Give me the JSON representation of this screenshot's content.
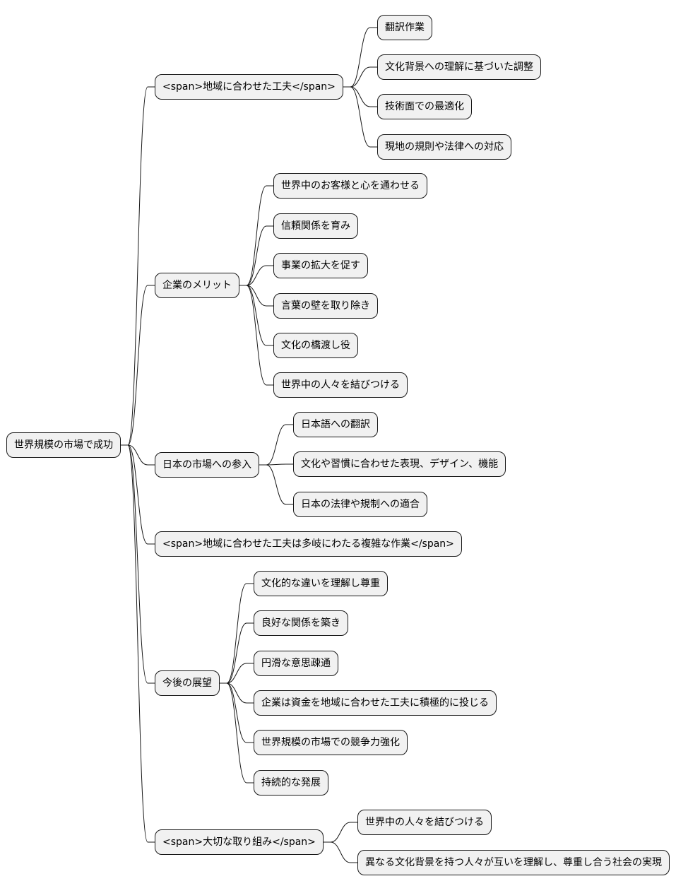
{
  "root": {
    "label": "世界規模の市場で成功"
  },
  "branches": [
    {
      "label": "<span>地域に合わせた工夫</span>",
      "children": [
        "翻訳作業",
        "文化背景への理解に基づいた調整",
        "技術面での最適化",
        "現地の規則や法律への対応"
      ]
    },
    {
      "label": "企業のメリット",
      "children": [
        "世界中のお客様と心を通わせる",
        "信頼関係を育み",
        "事業の拡大を促す",
        "言葉の壁を取り除き",
        "文化の橋渡し役",
        "世界中の人々を結びつける"
      ]
    },
    {
      "label": "日本の市場への参入",
      "children": [
        "日本語への翻訳",
        "文化や習慣に合わせた表現、デザイン、機能",
        "日本の法律や規制への適合"
      ]
    },
    {
      "label": "<span>地域に合わせた工夫は多岐にわたる複雑な作業</span>",
      "children": []
    },
    {
      "label": "今後の展望",
      "children": [
        "文化的な違いを理解し尊重",
        "良好な関係を築き",
        "円滑な意思疎通",
        "企業は資金を地域に合わせた工夫に積極的に投じる",
        "世界規模の市場での競争力強化",
        "持続的な発展"
      ]
    },
    {
      "label": "<span>大切な取り組み</span>",
      "children": [
        "世界中の人々を結びつける",
        "異なる文化背景を持つ人々が互いを理解し、尊重し合う社会の実現"
      ]
    }
  ]
}
